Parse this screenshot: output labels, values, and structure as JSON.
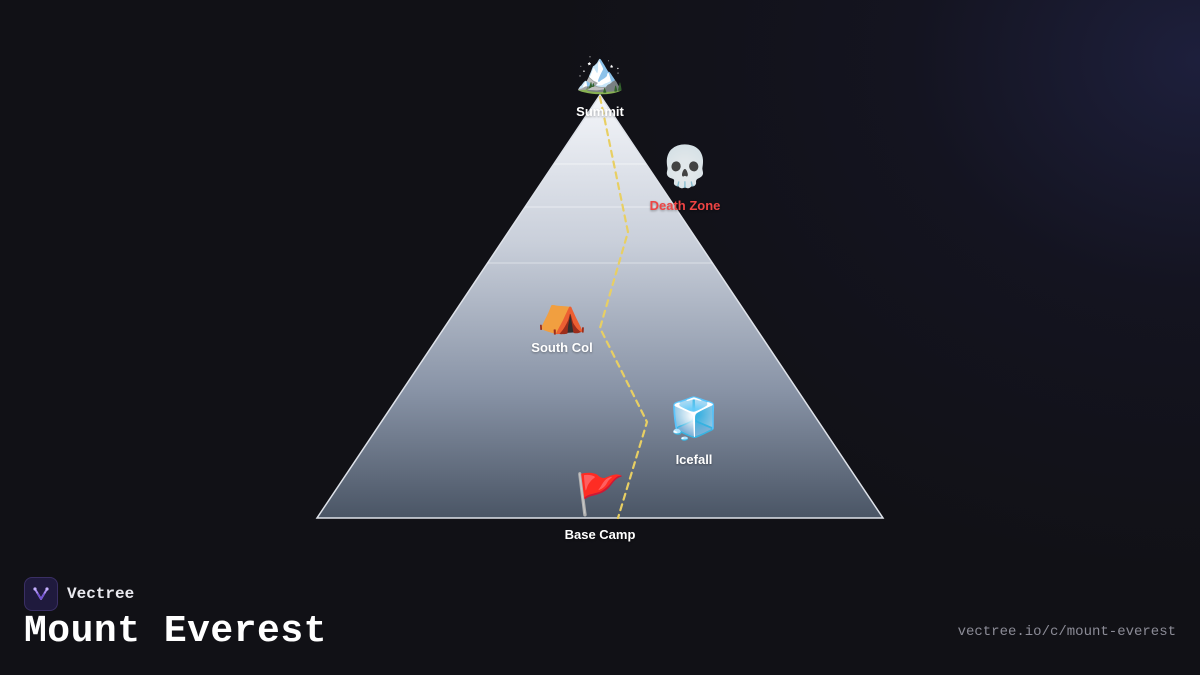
{
  "colors": {
    "background": "#111116",
    "route": "#e8cf63",
    "danger_label": "#ef4444",
    "label": "#ffffff",
    "mountain_top": "#f4f6fa",
    "mountain_bottom": "#4a5565"
  },
  "diagram": {
    "markers": [
      {
        "key": "summit",
        "icon": "snow-capped-mountain-icon",
        "emoji": "🏔️",
        "label": "Summit"
      },
      {
        "key": "death_zone",
        "icon": "skull-icon",
        "emoji": "💀",
        "label": "Death Zone"
      },
      {
        "key": "south_col",
        "icon": "tent-icon",
        "emoji": "⛺",
        "label": "South Col"
      },
      {
        "key": "icefall",
        "icon": "ice-cube-icon",
        "emoji": "🧊",
        "label": "Icefall"
      },
      {
        "key": "base_camp",
        "icon": "flag-icon",
        "emoji": "🚩",
        "label": "Base Camp"
      }
    ]
  },
  "footer": {
    "brand": "Vectree",
    "title": "Mount Everest",
    "url": "vectree.io/c/mount-everest"
  }
}
